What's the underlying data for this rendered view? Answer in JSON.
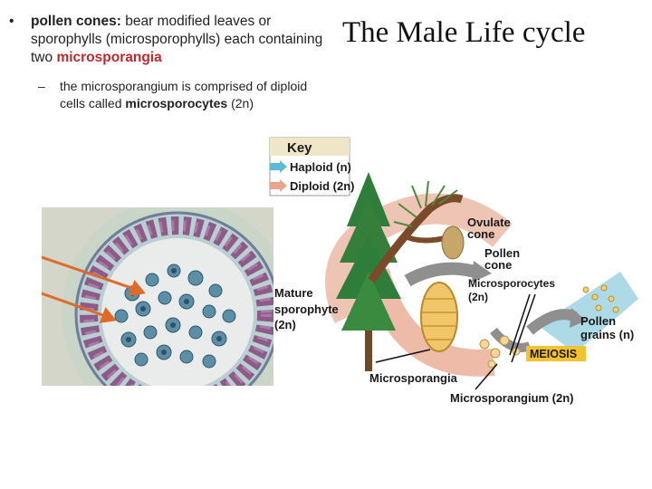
{
  "slide": {
    "title": "The Male Life cycle",
    "bullet1": {
      "marker": "•",
      "term": "pollen cones:",
      "text": " bear modified leaves or sporophylls (microsporophylls) each containing two ",
      "highlight": "microsporangia"
    },
    "bullet2": {
      "marker": "–",
      "text": "the microsporangium is comprised of diploid cells called ",
      "term": "microsporocytes",
      "suffix": " (2n)"
    }
  },
  "diagram": {
    "key_title": "Key",
    "key_haploid": "Haploid (n)",
    "key_diploid": "Diploid (2n)",
    "ovulate_line1": "Ovulate",
    "ovulate_line2": "cone",
    "pollen_line1": "Pollen",
    "pollen_line2": "cone",
    "microsporocytes_line1": "Microsporocytes",
    "microsporocytes_line2": "(2n)",
    "mature_line1": "Mature",
    "mature_line2": "sporophyte",
    "mature_line3": "(2n)",
    "pollen_grains_line1": "Pollen",
    "pollen_grains_line2": "grains (n)",
    "meiosis": "MEIOSIS",
    "microsporangia": "Microsporangia",
    "microsporangium": "Microsporangium (2n)"
  },
  "colors": {
    "highlight_red": "#c0282d",
    "haploid_arrow": "#5bbcd6",
    "diploid_arrow": "#e8a48c",
    "meiosis_box": "#f3c230",
    "micrograph_bg": "#d7d5c5"
  }
}
